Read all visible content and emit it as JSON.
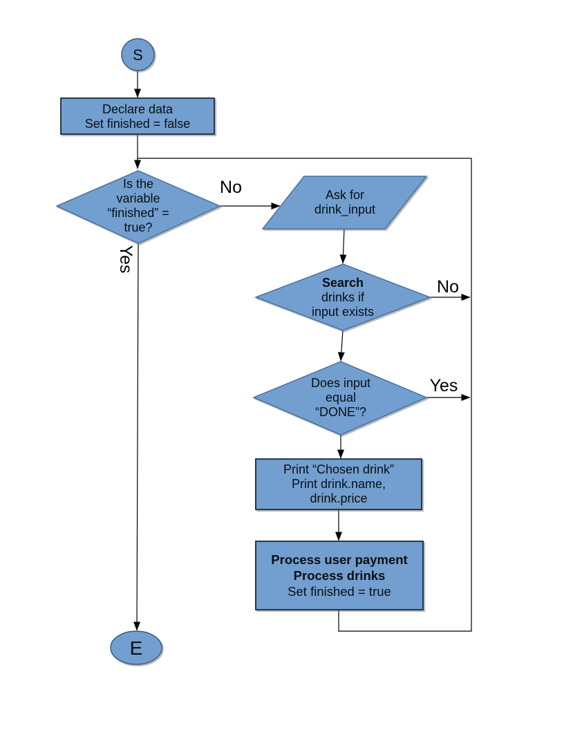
{
  "colors": {
    "shape_fill": "#729fcf",
    "rect_border": "#26394e",
    "diamond_border": "#46719f",
    "ellipse_border": "#3a5a80",
    "connector": "#000000",
    "text": "#0a0f14"
  },
  "nodes": {
    "start": {
      "type": "terminator",
      "label": "S"
    },
    "declare": {
      "type": "process",
      "lines": [
        "Declare data",
        "Set finished = false"
      ]
    },
    "finished_check": {
      "type": "decision",
      "lines": [
        "Is the",
        "variable",
        "“finished” =",
        "true?"
      ]
    },
    "ask_input": {
      "type": "input",
      "lines": [
        "Ask for",
        "drink_input"
      ]
    },
    "search_drinks": {
      "type": "decision",
      "lines": [
        "Search",
        "drinks if",
        "input exists"
      ]
    },
    "done_check": {
      "type": "decision",
      "lines": [
        "Does input",
        "equal",
        "“DONE”?"
      ]
    },
    "print_drink": {
      "type": "process",
      "lines": [
        "Print “Chosen drink”",
        "Print drink.name,",
        "drink.price"
      ]
    },
    "process_payment": {
      "type": "process",
      "lines": [
        "Process user payment",
        "Process drinks",
        "Set finished = true"
      ]
    },
    "end": {
      "type": "terminator",
      "label": "E"
    }
  },
  "edge_labels": {
    "finished_no": "No",
    "finished_yes": "Yes",
    "search_no": "No",
    "done_yes": "Yes"
  }
}
